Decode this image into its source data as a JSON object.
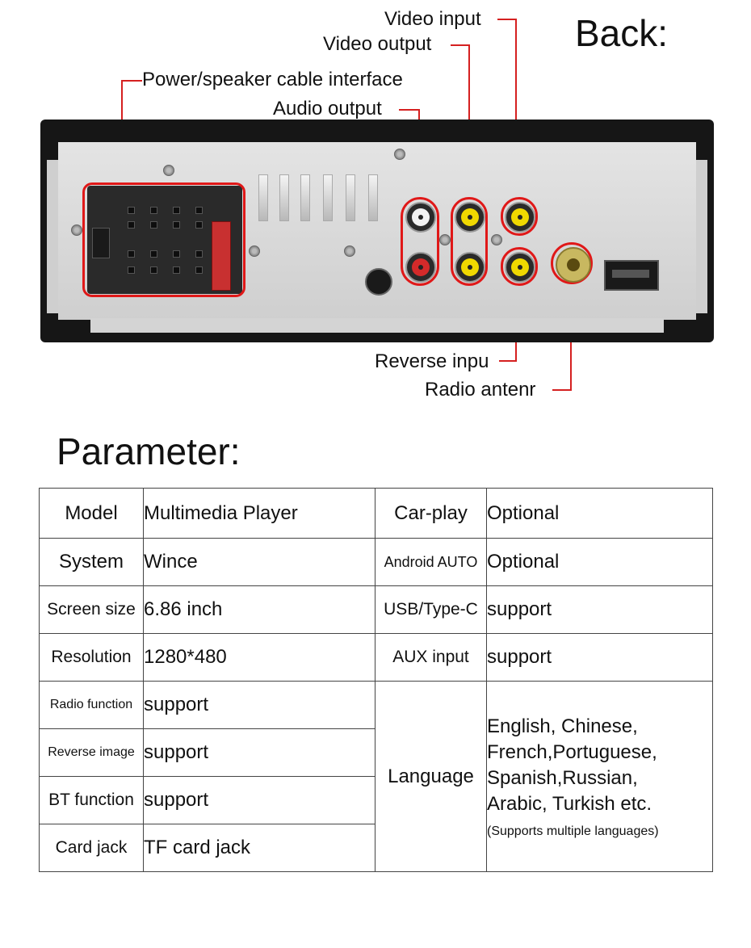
{
  "back_heading": "Back:",
  "callouts": {
    "video_input": "Video input",
    "video_output": "Video output",
    "power_speaker": "Power/speaker cable interface",
    "audio_output": "Audio output",
    "reverse_input": "Reverse inpu",
    "radio_antenna": "Radio antenr"
  },
  "parameter_heading": "Parameter:",
  "table": {
    "rows": [
      {
        "key": "Model",
        "value": "Multimedia Player",
        "key2": "Car-play",
        "value2": "Optional"
      },
      {
        "key": "System",
        "value": "Wince",
        "key2": "Android AUTO",
        "value2": "Optional"
      },
      {
        "key": "Screen size",
        "value": "6.86 inch",
        "key2": "USB/Type-C",
        "value2": "support"
      },
      {
        "key": "Resolution",
        "value": "1280*480",
        "key2": "AUX input",
        "value2": "support"
      },
      {
        "key": "Radio function",
        "value": "support"
      },
      {
        "key": "Reverse image",
        "value": "support"
      },
      {
        "key": "BT function",
        "value": "support"
      },
      {
        "key": "Card jack",
        "value": "TF card jack"
      }
    ],
    "language": {
      "key": "Language",
      "lines": [
        "English, Chinese,",
        "French,Portuguese,",
        "Spanish,Russian,",
        "Arabic, Turkish etc."
      ],
      "note": "(Supports multiple languages)"
    }
  },
  "colors": {
    "callout_line": "#d52020",
    "rca_white": "#f2f2f2",
    "rca_red": "#d42a2a",
    "rca_yellow": "#f0d800"
  }
}
